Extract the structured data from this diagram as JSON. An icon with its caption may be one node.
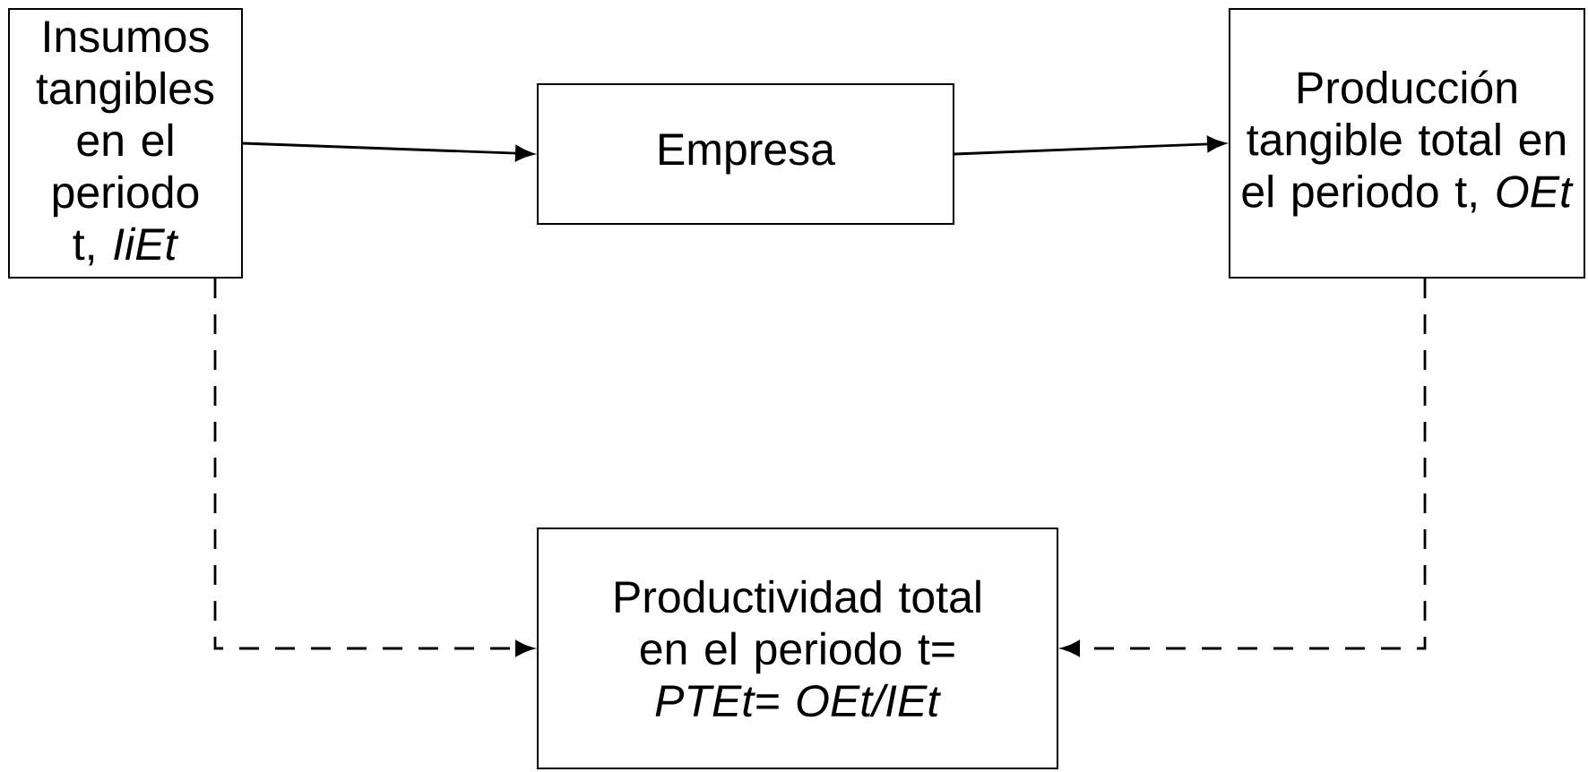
{
  "diagram": {
    "nodes": [
      {
        "text": [
          "Insumos tangibles en el periodo t, *IiEt*"
        ]
      },
      {
        "text": [
          "Empresa"
        ]
      },
      {
        "text": [
          "Producción tangible total en el periodo t, *OEt*"
        ]
      },
      {
        "text": [
          "Productividad total en el periodo t= *PTEt= OEt/IEt*"
        ]
      }
    ],
    "edges": [
      {
        "from": 0,
        "to": 1,
        "arrow": "to"
      },
      {
        "from": 1,
        "to": 2,
        "arrow": "to"
      },
      {
        "from": 0,
        "to": 3,
        "arrow": "to",
        "style": "dashed"
      },
      {
        "from": 2,
        "to": 3,
        "arrow": "to",
        "style": "dashed"
      }
    ]
  }
}
